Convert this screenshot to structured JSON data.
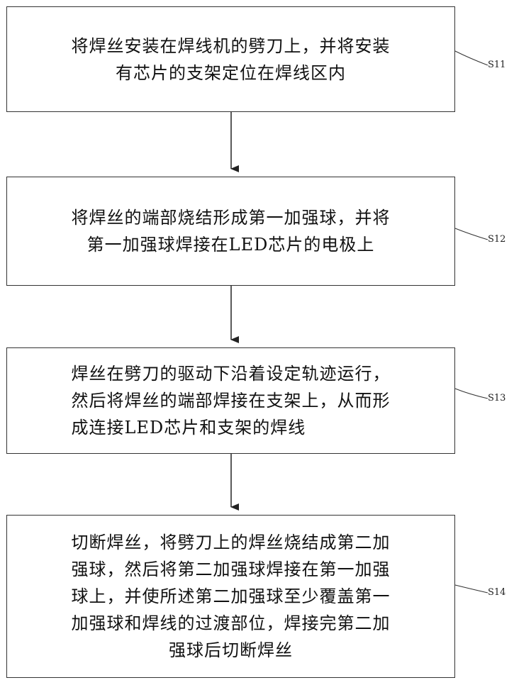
{
  "steps": [
    {
      "id": "S11",
      "lines": [
        "将焊丝安装在焊线机的劈刀上，并将安装",
        "有芯片的支架定位在焊线区内"
      ]
    },
    {
      "id": "S12",
      "lines": [
        "将焊丝的端部烧结形成第一加强球，并将",
        "第一加强球焊接在LED芯片的电极上"
      ]
    },
    {
      "id": "S13",
      "lines": [
        "焊丝在劈刀的驱动下沿着设定轨迹运行，",
        "然后将焊丝的端部焊接在支架上，从而形",
        "成连接LED芯片和支架的焊线"
      ]
    },
    {
      "id": "S14",
      "lines": [
        "切断焊丝，将劈刀上的焊丝烧结成第二加",
        "强球，然后将第二加强球焊接在第一加强",
        "球上，并使所述第二加强球至少覆盖第一",
        "加强球和焊线的过渡部位，焊接完第二加",
        "强球后切断焊丝"
      ]
    }
  ]
}
